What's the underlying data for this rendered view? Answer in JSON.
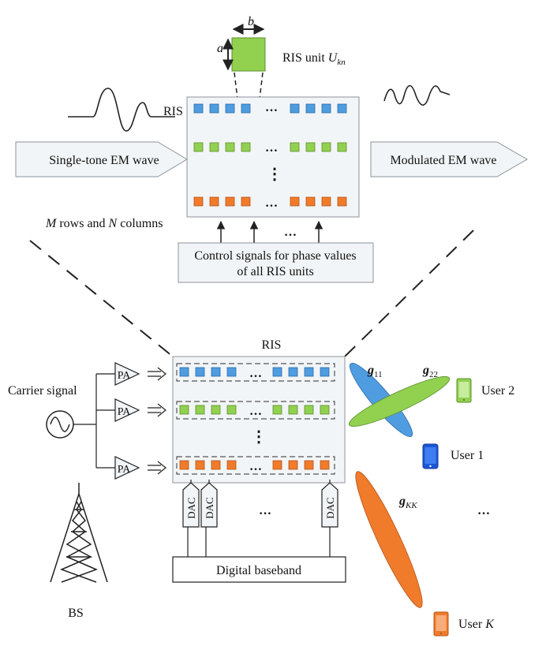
{
  "colors": {
    "blue": "#4f9de0",
    "green": "#92d050",
    "orange": "#f07b2a",
    "panel_fill": "#f2f5f7",
    "panel_stroke": "#8c9399",
    "line": "#222222"
  },
  "top": {
    "unit_dim_a": "a",
    "unit_dim_b": "b",
    "unit_label_prefix": "RIS unit ",
    "unit_label_var": "U",
    "unit_label_sub": "kn",
    "ris_label": "RIS",
    "ellipsis": "…",
    "vertical_ellipsis": "⋮",
    "input_wave_label": "Single-tone EM wave",
    "output_wave_label": "Modulated EM wave",
    "size_label_m": "M",
    "size_label_rows": " rows and ",
    "size_label_n": "N",
    "size_label_cols": " columns",
    "control_line1": "Control signals for phase values",
    "control_line2": "of all RIS units"
  },
  "bottom": {
    "ris_label": "RIS",
    "carrier_label": "Carrier signal",
    "pa_label": "PA",
    "dac_label": "DAC",
    "baseband_label": "Digital baseband",
    "bs_label": "BS",
    "ellipsis": "…",
    "vertical_ellipsis": "⋮",
    "g11_var": "g",
    "g11_sub": "11",
    "g22_var": "g",
    "g22_sub": "22",
    "gkk_var": "g",
    "gkk_sub": "KK",
    "user2_label": "User 2",
    "user1_label": "User 1",
    "userk_prefix": "User ",
    "userk_var": "K"
  }
}
